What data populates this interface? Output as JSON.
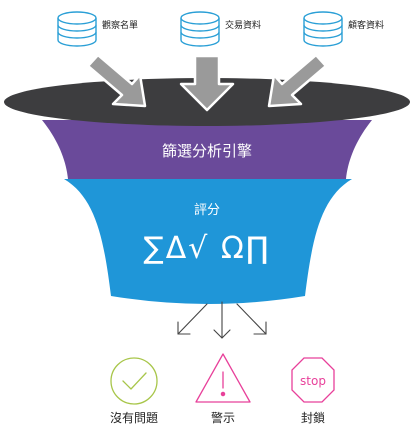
{
  "sources": [
    {
      "label": "觀察名單",
      "icon": "database-icon"
    },
    {
      "label": "交易資料",
      "icon": "database-icon"
    },
    {
      "label": "顧客資料",
      "icon": "database-icon"
    }
  ],
  "filter_engine": {
    "label": "篩選分析引擎"
  },
  "scoring": {
    "title": "評分",
    "symbols": "∑Δ√ Ω∏"
  },
  "outcomes": [
    {
      "label": "沒有問題",
      "icon": "check-circle-icon",
      "color": "#a8c64a"
    },
    {
      "label": "警示",
      "icon": "warning-triangle-icon",
      "color": "#e8409a"
    },
    {
      "label": "封鎖",
      "icon": "stop-sign-icon",
      "icon_text": "stop",
      "color": "#e8409a"
    }
  ],
  "colors": {
    "database": "#2a9fd6",
    "funnel_top": "#3d3d3f",
    "arrows": "#9a9a9a",
    "filter": "#6a4a9a",
    "scoring": "#1f96d8",
    "text_dark": "#222222",
    "text_light": "#ffffff"
  }
}
